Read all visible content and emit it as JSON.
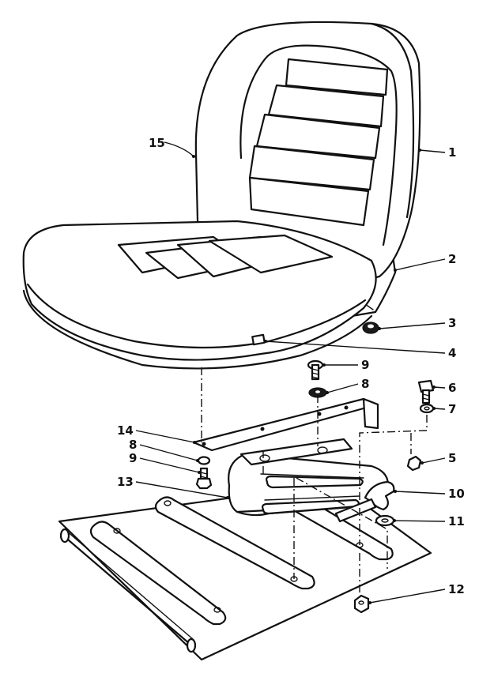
{
  "callouts": [
    {
      "id": "1",
      "label": "1"
    },
    {
      "id": "2",
      "label": "2"
    },
    {
      "id": "3",
      "label": "3"
    },
    {
      "id": "4",
      "label": "4"
    },
    {
      "id": "5",
      "label": "5"
    },
    {
      "id": "6",
      "label": "6"
    },
    {
      "id": "7",
      "label": "7"
    },
    {
      "id": "8a",
      "label": "8"
    },
    {
      "id": "8b",
      "label": "8"
    },
    {
      "id": "9a",
      "label": "9"
    },
    {
      "id": "9b",
      "label": "9"
    },
    {
      "id": "10",
      "label": "10"
    },
    {
      "id": "11",
      "label": "11"
    },
    {
      "id": "12",
      "label": "12"
    },
    {
      "id": "13",
      "label": "13"
    },
    {
      "id": "14",
      "label": "14"
    },
    {
      "id": "15",
      "label": "15"
    }
  ]
}
